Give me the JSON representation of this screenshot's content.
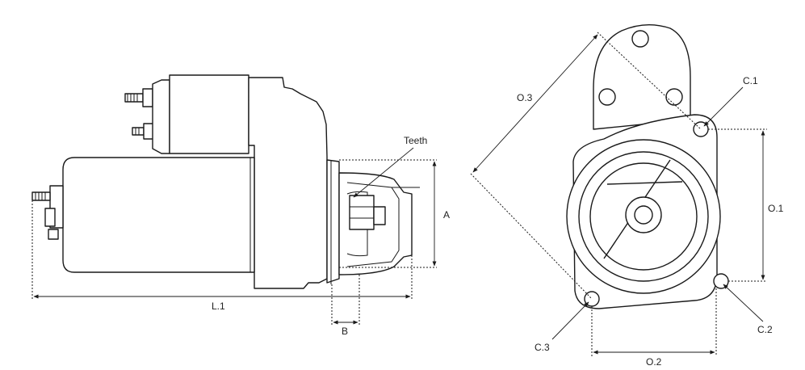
{
  "labels": {
    "teeth": "Teeth",
    "a": "A",
    "b": "B",
    "l1": "L.1",
    "o1": "O.1",
    "o2": "O.2",
    "o3": "O.3",
    "c1": "C.1",
    "c2": "C.2",
    "c3": "C.3"
  },
  "colors": {
    "line": "#1a1a1a",
    "background": "#ffffff"
  }
}
